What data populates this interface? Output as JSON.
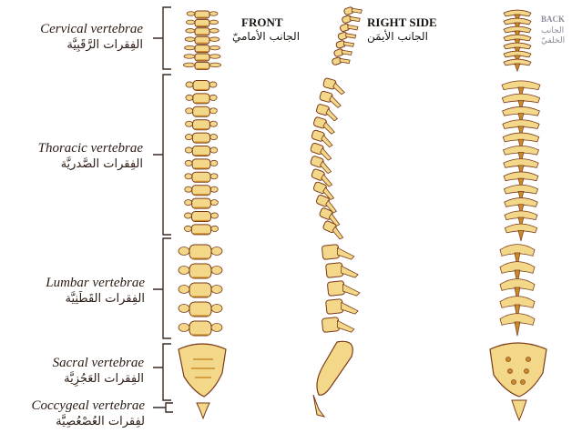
{
  "regions": [
    {
      "key": "cervical",
      "en": "Cervical vertebrae",
      "ar": "الفِقرات الرَّقَبِيَّة"
    },
    {
      "key": "thoracic",
      "en": "Thoracic vertebrae",
      "ar": "الفِقرات الصَّدريَّة"
    },
    {
      "key": "lumbar",
      "en": "Lumbar vertebrae",
      "ar": "الفِقرات القَطَنِيَّة"
    },
    {
      "key": "sacral",
      "en": "Sacral vertebrae",
      "ar": "الفِقرات العَجُزِيَّة"
    },
    {
      "key": "coccygeal",
      "en": "Coccygeal vertebrae",
      "ar": "لفِقرات العُصْعُصِيَّة"
    }
  ],
  "views": {
    "front": {
      "en": "FRONT",
      "ar": "الجانب الأماميّ"
    },
    "right": {
      "en": "RIGHT SIDE",
      "ar": "الجانب الأيمَن"
    },
    "back": {
      "en": "BACK",
      "ar_line1": "الجانب",
      "ar_line2": "الخلفيّ"
    }
  },
  "colors": {
    "bone": "#f3d889",
    "bone_shadow": "#c98a2a",
    "outline": "#7a3a1a",
    "bracket": "#3a2a20"
  }
}
